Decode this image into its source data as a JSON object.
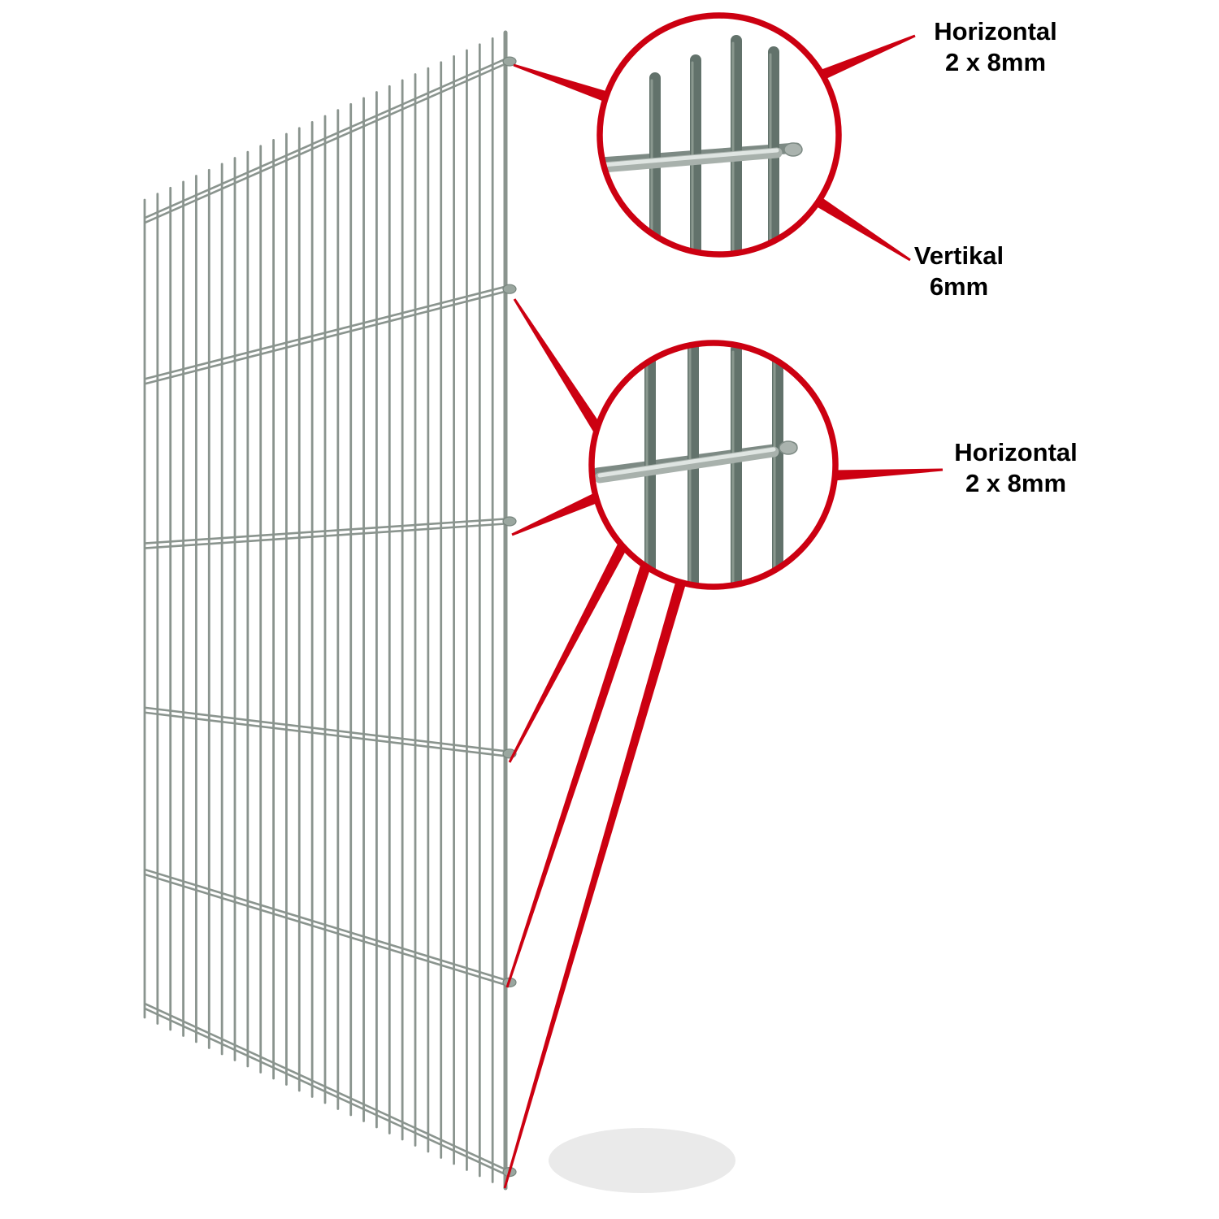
{
  "labels": {
    "horizontal_top": {
      "line1": "Horizontal",
      "line2": "2 x 8mm"
    },
    "vertikal": {
      "line1": "Vertikal",
      "line2": "6mm"
    },
    "horizontal_mid": {
      "line1": "Horizontal",
      "line2": "2 x 8mm"
    }
  },
  "colors": {
    "accent_red": "#cc0011",
    "wire": "#8a948e",
    "wire_back": "#7d8a84",
    "wire_dark": "#62726b",
    "wire_dark_highlight": "#8a988f",
    "wire_light": "#a8b1ac",
    "wire_highlight": "#dfe5e2",
    "nub": "#aab3ae",
    "dot_fill": "#9aa69f",
    "dot_stroke": "#77857e",
    "shadow": "#dedede",
    "background": "#ffffff",
    "label_text": "#000000"
  }
}
